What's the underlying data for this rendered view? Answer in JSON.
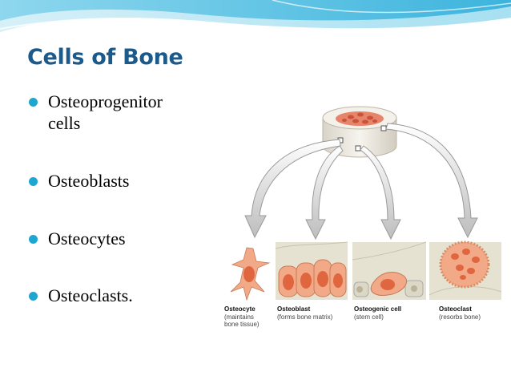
{
  "slide": {
    "title": "Cells of Bone",
    "bullets": [
      {
        "line1": "Osteoprogenitor",
        "line2": "cells"
      },
      {
        "line1": "Osteoblasts"
      },
      {
        "line1": "Osteocytes"
      },
      {
        "line1": "Osteoclasts."
      }
    ]
  },
  "figure": {
    "cells": [
      {
        "name": "Osteocyte",
        "desc": [
          "(maintains",
          "bone tissue)"
        ]
      },
      {
        "name": "Osteoblast",
        "desc": [
          "(forms bone matrix)"
        ]
      },
      {
        "name": "Osteogenic cell",
        "desc": [
          "(stem cell)"
        ]
      },
      {
        "name": "Osteoclast",
        "desc": [
          "(resorbs bone)"
        ]
      }
    ]
  },
  "colors": {
    "title": "#1c5a8c",
    "bullet": "#1fa6d0",
    "swoosh": "#5bc3e0",
    "cell_fill": "#f2a987",
    "nucleus": "#e0663f"
  }
}
